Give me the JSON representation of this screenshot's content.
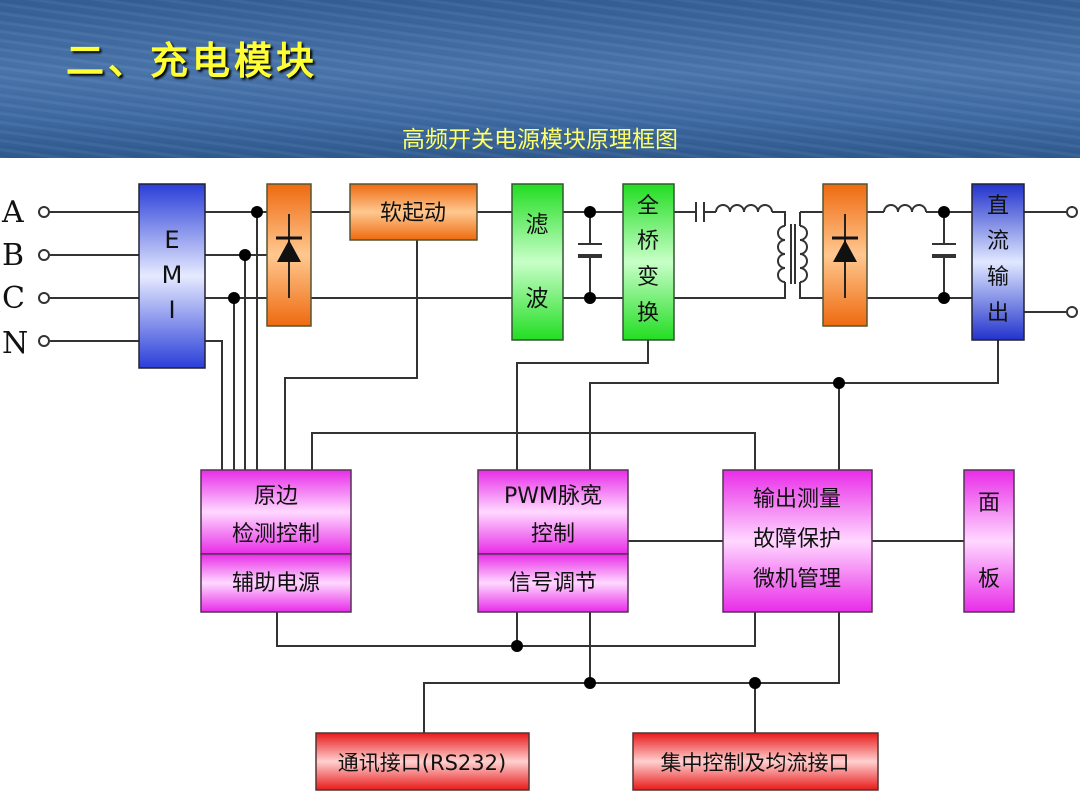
{
  "slide": {
    "title": "二、充电模块"
  },
  "diagram": {
    "title": "高频开关电源模块原理框图",
    "inputs": [
      "A",
      "B",
      "C",
      "N"
    ],
    "blocks": {
      "emi": [
        "E",
        "M",
        "I"
      ],
      "soft_start": "软起动",
      "filter": [
        "滤",
        "波"
      ],
      "full_bridge": [
        "全",
        "桥",
        "变",
        "换"
      ],
      "dc_output": [
        "直",
        "流",
        "输",
        "出"
      ],
      "primary_detect": [
        "原边",
        "检测控制"
      ],
      "aux_power": "辅助电源",
      "pwm": [
        "PWM脉宽",
        "控制"
      ],
      "signal_adjust": "信号调节",
      "output_measure": [
        "输出测量",
        "故障保护",
        "微机管理"
      ],
      "panel": [
        "面",
        "板"
      ],
      "comm_interface": "通讯接口(RS232)",
      "central_control": "集中控制及均流接口"
    }
  },
  "colors": {
    "title_yellow": "#ffff33",
    "emi_blue": "#3f5fe0",
    "rectifier_orange": "#f07a1e",
    "filter_green": "#33e033",
    "magenta": "#ee33ee",
    "red": "#ee2222",
    "wire": "#333333"
  }
}
